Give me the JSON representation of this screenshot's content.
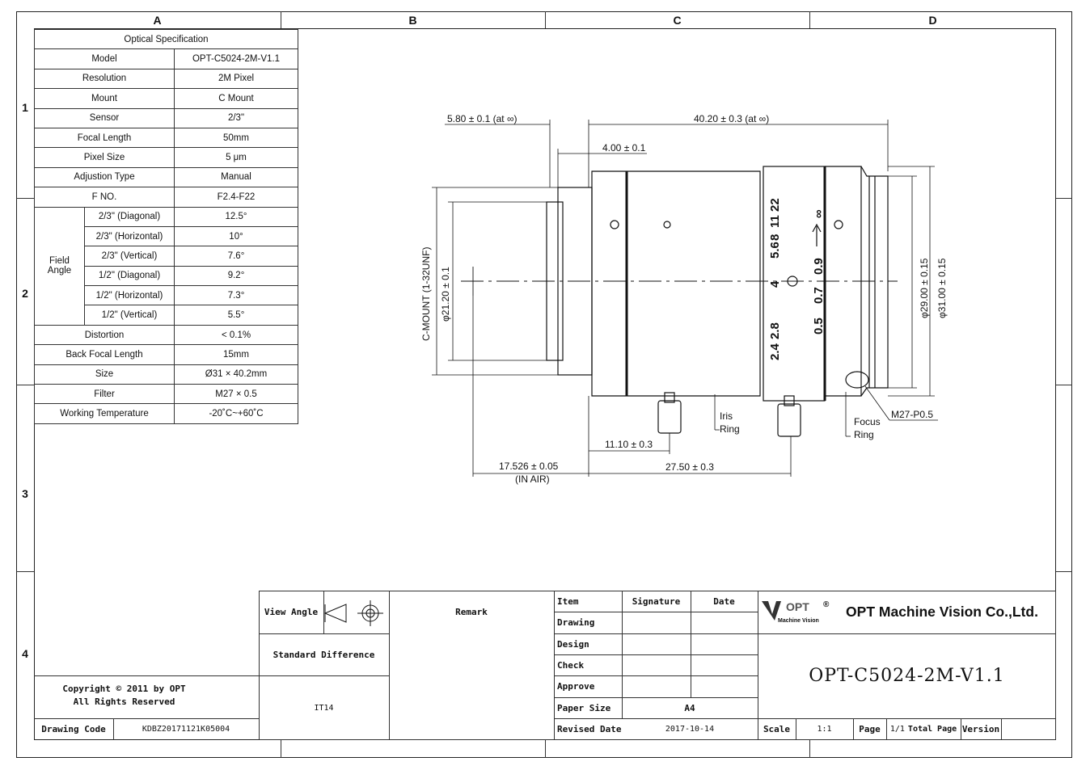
{
  "zones": {
    "top": [
      "A",
      "B",
      "C",
      "D"
    ],
    "left": [
      "1",
      "2",
      "3",
      "4"
    ]
  },
  "spec": {
    "title": "Optical Specification",
    "rows": [
      {
        "key": "Model",
        "value": "OPT-C5024-2M-V1.1"
      },
      {
        "key": "Resolution",
        "value": "2M Pixel"
      },
      {
        "key": "Mount",
        "value": "C Mount"
      },
      {
        "key": "Sensor",
        "value": "2/3\""
      },
      {
        "key": "Focal Length",
        "value": "50mm"
      },
      {
        "key": "Pixel Size",
        "value": "5 μm"
      },
      {
        "key": "Adjustion Type",
        "value": "Manual"
      },
      {
        "key": "F NO.",
        "value": "F2.4-F22"
      }
    ],
    "field_angle": {
      "label_line1": "Field",
      "label_line2": "Angle",
      "rows": [
        {
          "key": "2/3\"  (Diagonal)",
          "value": "12.5°"
        },
        {
          "key": "2/3\"  (Horizontal)",
          "value": "10°"
        },
        {
          "key": "2/3\"  (Vertical)",
          "value": "7.6°"
        },
        {
          "key": "1/2\"  (Diagonal)",
          "value": "9.2°"
        },
        {
          "key": "1/2\"  (Horizontal)",
          "value": "7.3°"
        },
        {
          "key": "1/2\"  (Vertical)",
          "value": "5.5°"
        }
      ]
    },
    "rows_after": [
      {
        "key": "Distortion",
        "value": "< 0.1%"
      },
      {
        "key": "Back Focal Length",
        "value": "15mm"
      },
      {
        "key": "Size",
        "value": "Ø31 × 40.2mm"
      },
      {
        "key": "Filter",
        "value": "M27 × 0.5"
      },
      {
        "key": "Working Temperature",
        "value": "-20˚C~+60˚C"
      }
    ]
  },
  "drawing": {
    "dim_front": "5.80 ± 0.1  (at ∞)",
    "dim_overall": "40.20 ± 0.3  (at ∞)",
    "dim_mount_len": "4.00 ± 0.1",
    "mount_label": "C-MOUNT (1-32UNF)",
    "dia_mount": "φ21.20 ± 0.1",
    "dia_body": "φ29.00 ± 0.15",
    "dia_outer": "φ31.00 ± 0.15",
    "dim_screw1": "11.10 ± 0.3",
    "dim_flange": "17.526 ± 0.05",
    "dim_flange_note": "(IN AIR)",
    "dim_screw2": "27.50 ± 0.3",
    "iris_label_1": "Iris",
    "iris_label_2": "Ring",
    "focus_label_1": "Focus",
    "focus_label_2": "Ring",
    "thread_label": "M27-P0.5",
    "aperture_marks": [
      "22",
      "11",
      "8",
      "5.6",
      "4",
      "2.8",
      "2.4"
    ],
    "focus_marks": [
      "∞",
      "0.9",
      "0.7",
      "0.5"
    ]
  },
  "title_block": {
    "view_angle": "View Angle",
    "remark": "Remark",
    "standard_difference": "Standard Difference",
    "tolerance": "IT14",
    "copyright_line1": "Copyright © 2011 by OPT",
    "copyright_line2": "All Rights Reserved",
    "drawing_code_label": "Drawing Code",
    "drawing_code": "KDBZ20171121K05004",
    "item": "Item",
    "signature": "Signature",
    "date": "Date",
    "rows": [
      "Drawing",
      "Design",
      "Check",
      "Approve"
    ],
    "paper_size_label": "Paper Size",
    "paper_size": "A4",
    "revised_date_label": "Revised Date",
    "revised_date": "2017-10-14",
    "logo_text": "OPT",
    "logo_sub": "Machine Vision",
    "company": "OPT Machine Vision Co.,Ltd.",
    "part_number": "OPT-C5024-2M-V1.1",
    "scale_label": "Scale",
    "scale": "1:1",
    "page_label": "Page",
    "page": "1/1",
    "total_page_label": "Total Page",
    "version_label": "Version"
  }
}
